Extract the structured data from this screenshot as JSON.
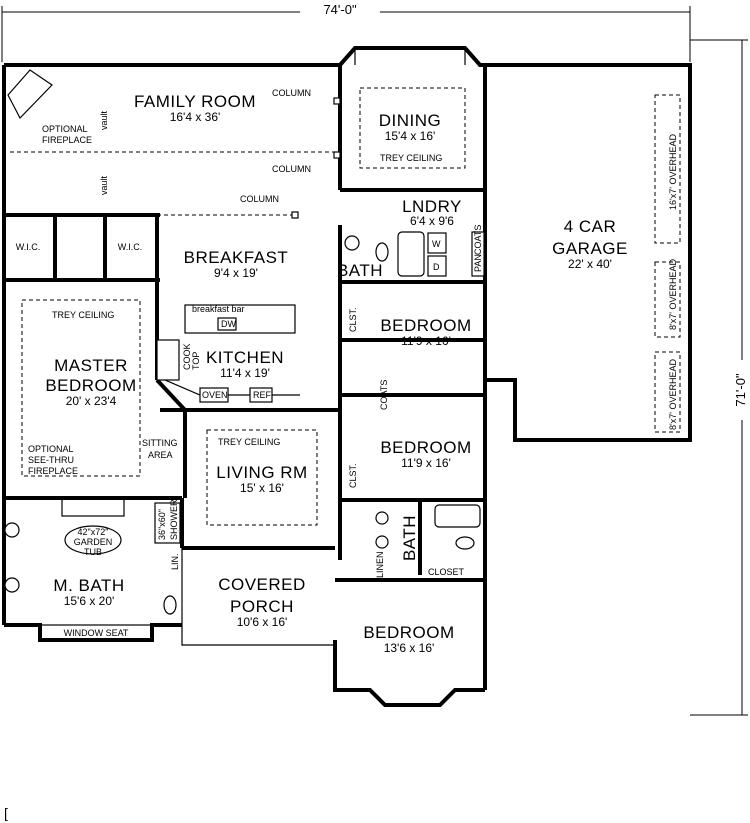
{
  "overall_dimensions": {
    "width": "74'-0\"",
    "depth": "71'-0\""
  },
  "rooms": {
    "family_room": {
      "name": "FAMILY ROOM",
      "size": "16'4 x 36'"
    },
    "dining": {
      "name": "DINING",
      "size": "15'4 x 16'"
    },
    "garage": {
      "name_line1": "4 CAR",
      "name_line2": "GARAGE",
      "size": "22' x 40'"
    },
    "laundry": {
      "name": "LNDRY",
      "size": "6'4 x 9'6"
    },
    "breakfast": {
      "name": "BREAKFAST",
      "size": "9'4 x 19'"
    },
    "kitchen": {
      "name": "KITCHEN",
      "size": "11'4 x 19'"
    },
    "master_bedroom": {
      "name_line1": "MASTER",
      "name_line2": "BEDROOM",
      "size": "20' x 23'4"
    },
    "bedroom_1": {
      "name": "BEDROOM",
      "size": "11'9 x 16'"
    },
    "bedroom_2": {
      "name": "BEDROOM",
      "size": "11'9 x 16'"
    },
    "bedroom_3": {
      "name": "BEDROOM",
      "size": "13'6 x 16'"
    },
    "living_room": {
      "name": "LIVING RM",
      "size": "15' x 16'"
    },
    "master_bath": {
      "name": "M. BATH",
      "size": "15'6 x 20'"
    },
    "covered_porch": {
      "name_line1": "COVERED",
      "name_line2": "PORCH",
      "size": "10'6 x 16'"
    },
    "bath_1": {
      "name": "BATH"
    },
    "bath_2": {
      "name": "BATH"
    }
  },
  "labels": {
    "vault": "vault",
    "optional_fireplace_1": "OPTIONAL",
    "optional_fireplace_2": "FIREPLACE",
    "column": "COLUMN",
    "trey_ceiling": "TREY CEILING",
    "wic": "W.I.C.",
    "clst": "CLST.",
    "coats": "COATS",
    "closet": "CLOSET",
    "linen": "LIN.",
    "linen_short": "LINEN",
    "breakfast_bar": "breakfast bar",
    "dw": "DW",
    "cook_top_1": "COOK",
    "cook_top_2": "TOP",
    "oven": "OVEN",
    "ref": "REF",
    "dryer": "D",
    "washer": "W",
    "pan": "PAN",
    "coats_small": "COATS",
    "sitting_1": "SITTING",
    "sitting_2": "AREA",
    "see_thru_1": "OPTIONAL",
    "see_thru_2": "SEE-THRU",
    "see_thru_3": "FIREPLACE",
    "shower_1": "36\"x60\"",
    "shower_2": "SHOWER",
    "tub_1": "42\"x72\"",
    "tub_2": "GARDEN",
    "tub_3": "TUB",
    "window_seat": "WINDOW SEAT",
    "overhead_1": "16'x7' OVERHEAD",
    "overhead_2": "8'x7' OVERHEAD",
    "overhead_3": "8'x7' OVERHEAD",
    "corner_mark": "["
  }
}
